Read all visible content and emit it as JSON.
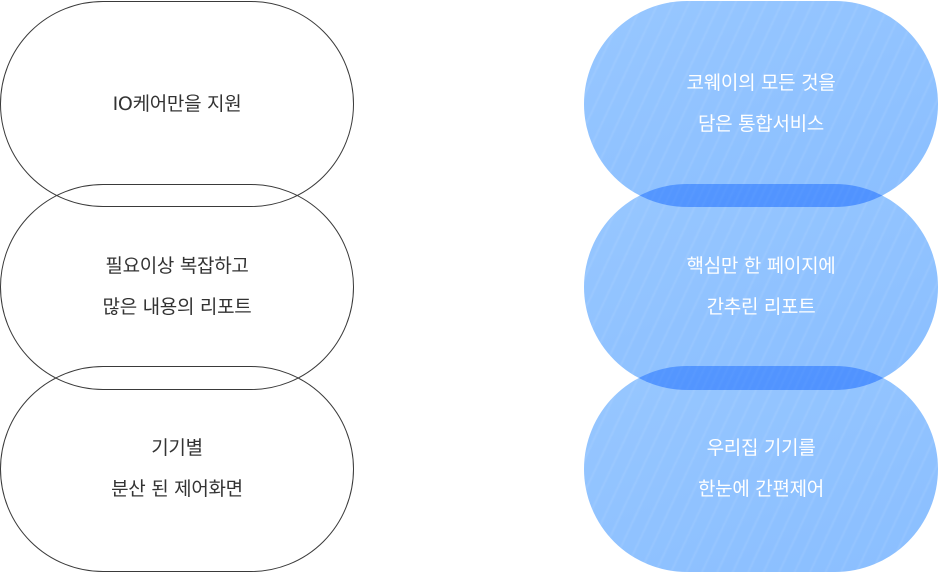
{
  "left_pills": [
    {
      "lines": [
        "IO케어만을 지원"
      ]
    },
    {
      "lines": [
        "필요이상 복잡하고",
        "많은 내용의 리포트"
      ]
    },
    {
      "lines": [
        "기기별",
        "분산 된 제어화면"
      ]
    }
  ],
  "right_pills": [
    {
      "lines": [
        "코웨이의 모든 것을",
        "담은 통합서비스"
      ]
    },
    {
      "lines": [
        "핵심만 한 페이지에",
        "간추린 리포트"
      ]
    },
    {
      "lines": [
        "우리집 기기를",
        "한눈에 간편제어"
      ]
    }
  ],
  "colors": {
    "outline": "#3a3a3a",
    "blue_fill": "#74b2ff",
    "dark_text": "#333333",
    "light_text": "#ffffff"
  }
}
